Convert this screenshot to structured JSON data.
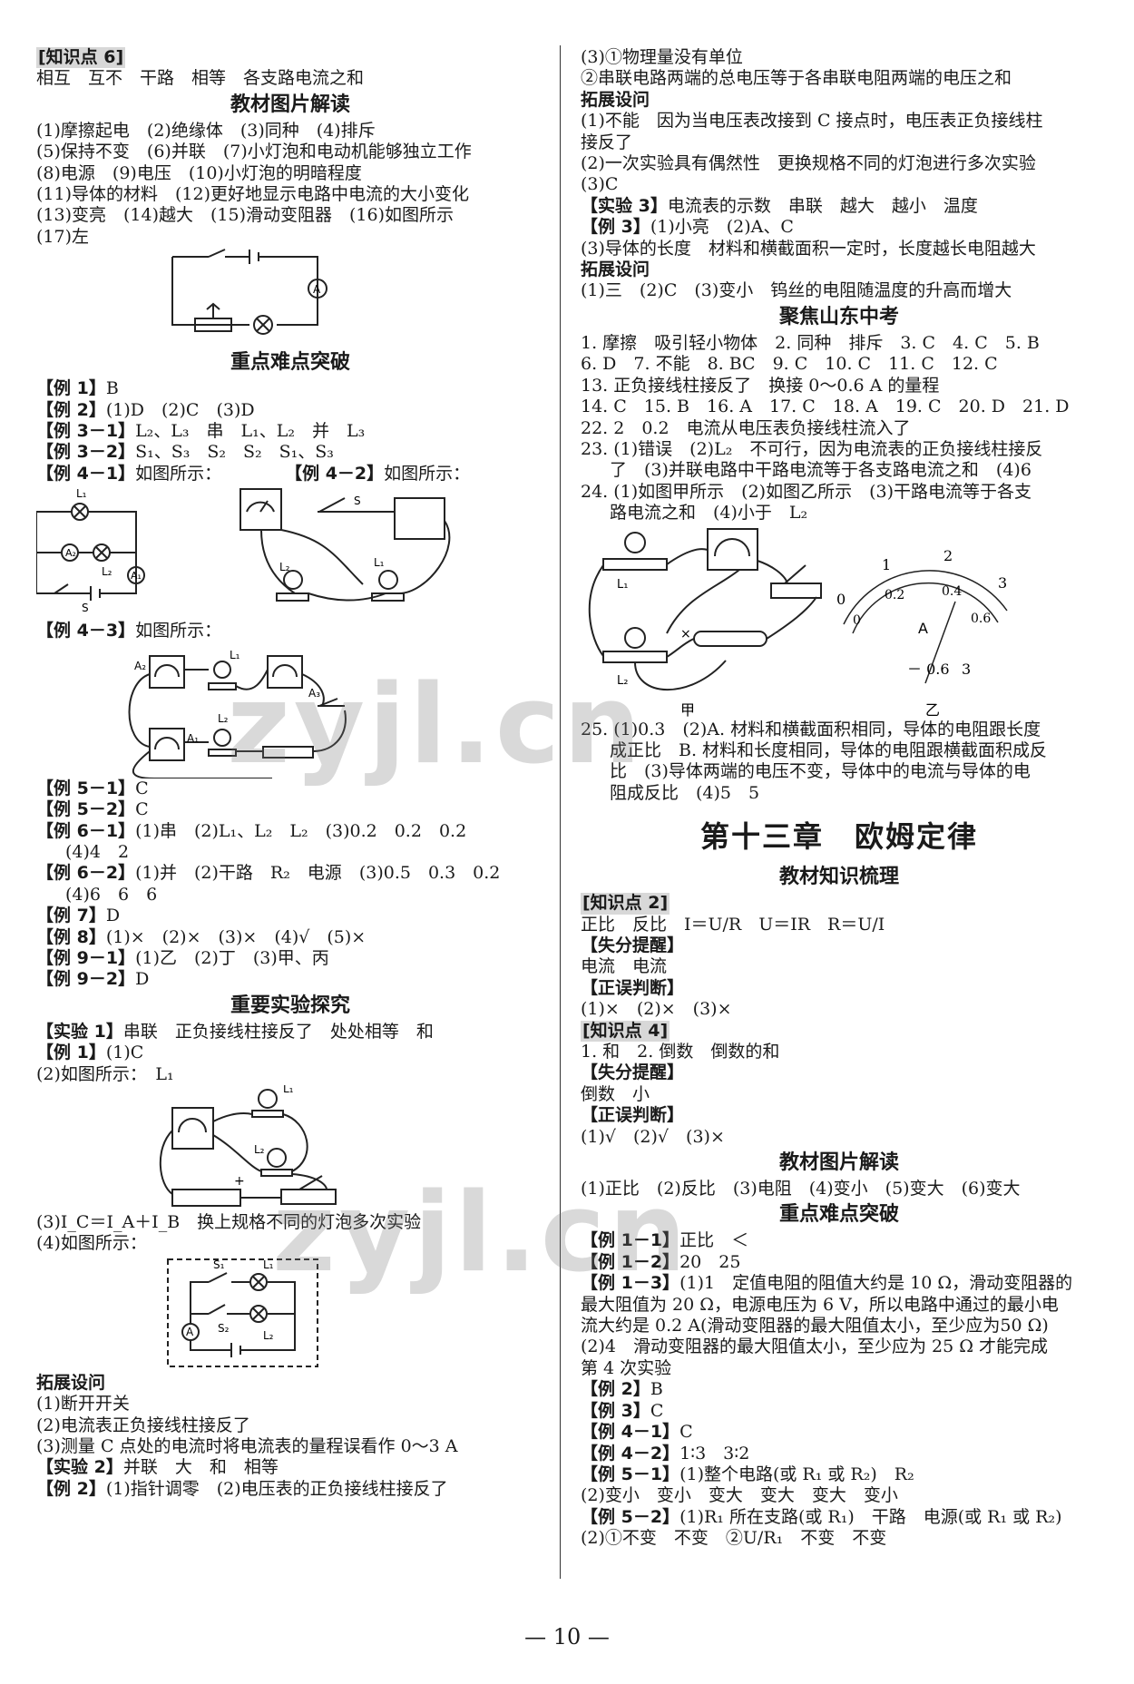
{
  "left": [
    {
      "t": "tag",
      "v": "[知识点 6]"
    },
    {
      "t": "l",
      "v": "相互　互不　干路　相等　各支路电流之和"
    },
    {
      "t": "h",
      "v": "教材图片解读"
    },
    {
      "t": "l",
      "v": "(1)摩擦起电　(2)绝缘体　(3)同种　(4)排斥"
    },
    {
      "t": "l",
      "v": "(5)保持不变　(6)并联　(7)小灯泡和电动机能够独立工作"
    },
    {
      "t": "l",
      "v": "(8)电源　(9)电压　(10)小灯泡的明暗程度"
    },
    {
      "t": "l",
      "v": "(11)导体的材料　(12)更好地显示电路中电流的大小变化"
    },
    {
      "t": "l",
      "v": "(13)变亮　(14)越大　(15)滑动变阻器　(16)如图所示"
    },
    {
      "t": "l",
      "v": "(17)左"
    },
    {
      "t": "fig",
      "id": "f1",
      "h": 110
    },
    {
      "t": "h",
      "v": "重点难点突破"
    },
    {
      "t": "b",
      "k": "【例 1】",
      "v": "B"
    },
    {
      "t": "b",
      "k": "【例 2】",
      "v": "(1)D　(2)C　(3)D"
    },
    {
      "t": "b",
      "k": "【例 3－1】",
      "v": "L₂、L₃　串　L₁、L₂　并　L₃"
    },
    {
      "t": "b",
      "k": "【例 3－2】",
      "v": "S₁、S₃　S₂　S₂　S₁、S₃"
    },
    {
      "t": "b2",
      "k": "【例 4－1】",
      "v": "如图所示：",
      "k2": "【例 4－2】",
      "v2": "如图所示："
    },
    {
      "t": "fig",
      "id": "f2",
      "h": 150
    },
    {
      "t": "b",
      "k": "【例 4－3】",
      "v": "如图所示："
    },
    {
      "t": "fig",
      "id": "f3",
      "h": 150
    },
    {
      "t": "b",
      "k": "【例 5－1】",
      "v": "C"
    },
    {
      "t": "b",
      "k": "【例 5－2】",
      "v": "C"
    },
    {
      "t": "b",
      "k": "【例 6－1】",
      "v": "(1)串　(2)L₁、L₂　L₂　(3)0.2　0.2　0.2"
    },
    {
      "t": "i",
      "v": "(4)4　2"
    },
    {
      "t": "b",
      "k": "【例 6－2】",
      "v": "(1)并　(2)干路　R₂　电源　(3)0.5　0.3　0.2"
    },
    {
      "t": "i",
      "v": "(4)6　6　6"
    },
    {
      "t": "b",
      "k": "【例 7】",
      "v": "D"
    },
    {
      "t": "b",
      "k": "【例 8】",
      "v": "(1)×　(2)×　(3)×　(4)√　(5)×"
    },
    {
      "t": "b",
      "k": "【例 9－1】",
      "v": "(1)乙　(2)丁　(3)甲、丙"
    },
    {
      "t": "b",
      "k": "【例 9－2】",
      "v": "D"
    },
    {
      "t": "h",
      "v": "重要实验探究"
    },
    {
      "t": "b",
      "k": "【实验 1】",
      "v": "串联　正负接线柱接反了　处处相等　和"
    },
    {
      "t": "b",
      "k": "【例 1】",
      "v": "(1)C"
    },
    {
      "t": "l",
      "v": "(2)如图所示：　L₁"
    },
    {
      "t": "fig",
      "id": "f4",
      "h": 140
    },
    {
      "t": "l",
      "v": "(3)I_C＝I_A＋I_B　换上规格不同的灯泡多次实验"
    },
    {
      "t": "l",
      "v": "(4)如图所示："
    },
    {
      "t": "fig",
      "id": "f5",
      "h": 130
    },
    {
      "t": "k",
      "v": "拓展设问"
    },
    {
      "t": "l",
      "v": "(1)断开开关"
    },
    {
      "t": "l",
      "v": "(2)电流表正负接线柱接反了"
    },
    {
      "t": "l",
      "v": "(3)测量 C 点处的电流时将电流表的量程误看作 0～3 A"
    },
    {
      "t": "b",
      "k": "【实验 2】",
      "v": "并联　大　和　相等"
    },
    {
      "t": "b",
      "k": "【例 2】",
      "v": "(1)指针调零　(2)电压表的正负接线柱接反了"
    }
  ],
  "right": [
    {
      "t": "l",
      "v": "(3)①物理量没有单位"
    },
    {
      "t": "l",
      "v": "②串联电路两端的总电压等于各串联电阻两端的电压之和"
    },
    {
      "t": "k",
      "v": "拓展设问"
    },
    {
      "t": "l",
      "v": "(1)不能　因为当电压表改接到 C 接点时，电压表正负接线柱"
    },
    {
      "t": "l",
      "v": "接反了"
    },
    {
      "t": "l",
      "v": "(2)一次实验具有偶然性　更换规格不同的灯泡进行多次实验"
    },
    {
      "t": "l",
      "v": "(3)C"
    },
    {
      "t": "b",
      "k": "【实验 3】",
      "v": "电流表的示数　串联　越大　越小　温度"
    },
    {
      "t": "b",
      "k": "【例 3】",
      "v": "(1)小亮　(2)A、C"
    },
    {
      "t": "l",
      "v": "(3)导体的长度　材料和横截面积一定时，长度越长电阻越大"
    },
    {
      "t": "k",
      "v": "拓展设问"
    },
    {
      "t": "l",
      "v": "(1)三　(2)C　(3)变小　钨丝的电阻随温度的升高而增大"
    },
    {
      "t": "h",
      "v": "聚焦山东中考"
    },
    {
      "t": "l",
      "v": "1. 摩擦　吸引轻小物体　2. 同种　排斥　3. C　4. C　5. B"
    },
    {
      "t": "l",
      "v": "6. D　7. 不能　8. BC　9. C　10. C　11. C　12. C"
    },
    {
      "t": "l",
      "v": "13. 正负接线柱接反了　换接 0～0.6 A 的量程"
    },
    {
      "t": "l",
      "v": "14. C　15. B　16. A　17. C　18. A　19. C　20. D　21. D"
    },
    {
      "t": "l",
      "v": "22. 2　0.2　电流从电压表负接线柱流入了"
    },
    {
      "t": "l",
      "v": "23. (1)错误　(2)L₂　不可行，因为电流表的正负接线柱接反"
    },
    {
      "t": "i",
      "v": "了　(3)并联电路中干路电流等于各支路电流之和　(4)6"
    },
    {
      "t": "l",
      "v": "24. (1)如图甲所示　(2)如图乙所示　(3)干路电流等于各支"
    },
    {
      "t": "i",
      "v": "路电流之和　(4)小于　L₂"
    },
    {
      "t": "fig",
      "id": "f6",
      "h": 215
    },
    {
      "t": "l",
      "v": "25. (1)0.3　(2)A. 材料和横截面积相同，导体的电阻跟长度"
    },
    {
      "t": "i",
      "v": "成正比　B. 材料和长度相同，导体的电阻跟横截面积成反"
    },
    {
      "t": "i",
      "v": "比　(3)导体两端的电压不变，导体中的电流与导体的电"
    },
    {
      "t": "i",
      "v": "阻成反比　(4)5　5"
    },
    {
      "t": "hb",
      "v": "第十三章　欧姆定律"
    },
    {
      "t": "h",
      "v": "教材知识梳理"
    },
    {
      "t": "tag",
      "v": "[知识点 2]"
    },
    {
      "t": "l",
      "v": "正比　反比　I＝U/R　U＝IR　R＝U/I"
    },
    {
      "t": "k",
      "v": "【失分提醒】"
    },
    {
      "t": "l",
      "v": "电流　电流"
    },
    {
      "t": "k",
      "v": "【正误判断】"
    },
    {
      "t": "l",
      "v": "(1)×　(2)×　(3)×"
    },
    {
      "t": "tag",
      "v": "[知识点 4]"
    },
    {
      "t": "l",
      "v": "1. 和　2. 倒数　倒数的和"
    },
    {
      "t": "k",
      "v": "【失分提醒】"
    },
    {
      "t": "l",
      "v": "倒数　小"
    },
    {
      "t": "k",
      "v": "【正误判断】"
    },
    {
      "t": "l",
      "v": "(1)√　(2)√　(3)×"
    },
    {
      "t": "h",
      "v": "教材图片解读"
    },
    {
      "t": "l",
      "v": "(1)正比　(2)反比　(3)电阻　(4)变小　(5)变大　(6)变大"
    },
    {
      "t": "h",
      "v": "重点难点突破"
    },
    {
      "t": "b",
      "k": "【例 1－1】",
      "v": "正比　＜"
    },
    {
      "t": "b",
      "k": "【例 1－2】",
      "v": "20　25"
    },
    {
      "t": "b",
      "k": "【例 1－3】",
      "v": "(1)1　定值电阻的阻值大约是 10 Ω，滑动变阻器的"
    },
    {
      "t": "l",
      "v": "最大阻值为 20 Ω，电源电压为 6 V，所以电路中通过的最小电"
    },
    {
      "t": "l",
      "v": "流大约是 0.2 A(滑动变阻器的最大阻值太小，至少应为50 Ω)"
    },
    {
      "t": "l",
      "v": "(2)4　滑动变阻器的最大阻值太小，至少应为 25 Ω 才能完成"
    },
    {
      "t": "l",
      "v": "第 4 次实验"
    },
    {
      "t": "b",
      "k": "【例 2】",
      "v": "B"
    },
    {
      "t": "b",
      "k": "【例 3】",
      "v": "C"
    },
    {
      "t": "b",
      "k": "【例 4－1】",
      "v": "C"
    },
    {
      "t": "b",
      "k": "【例 4－2】",
      "v": "1∶3　3∶2"
    },
    {
      "t": "b",
      "k": "【例 5－1】",
      "v": "(1)整个电路(或 R₁ 或 R₂)　R₂"
    },
    {
      "t": "l",
      "v": "(2)变小　变小　变大　变大　变大　变小"
    },
    {
      "t": "b",
      "k": "【例 5－2】",
      "v": "(1)R₁ 所在支路(或 R₁)　干路　电源(或 R₁ 或 R₂)"
    },
    {
      "t": "l",
      "v": "(2)①不变　不变　②U/R₁　不变　不变"
    }
  ],
  "page_number": "10",
  "watermark": "zyjl.cn"
}
